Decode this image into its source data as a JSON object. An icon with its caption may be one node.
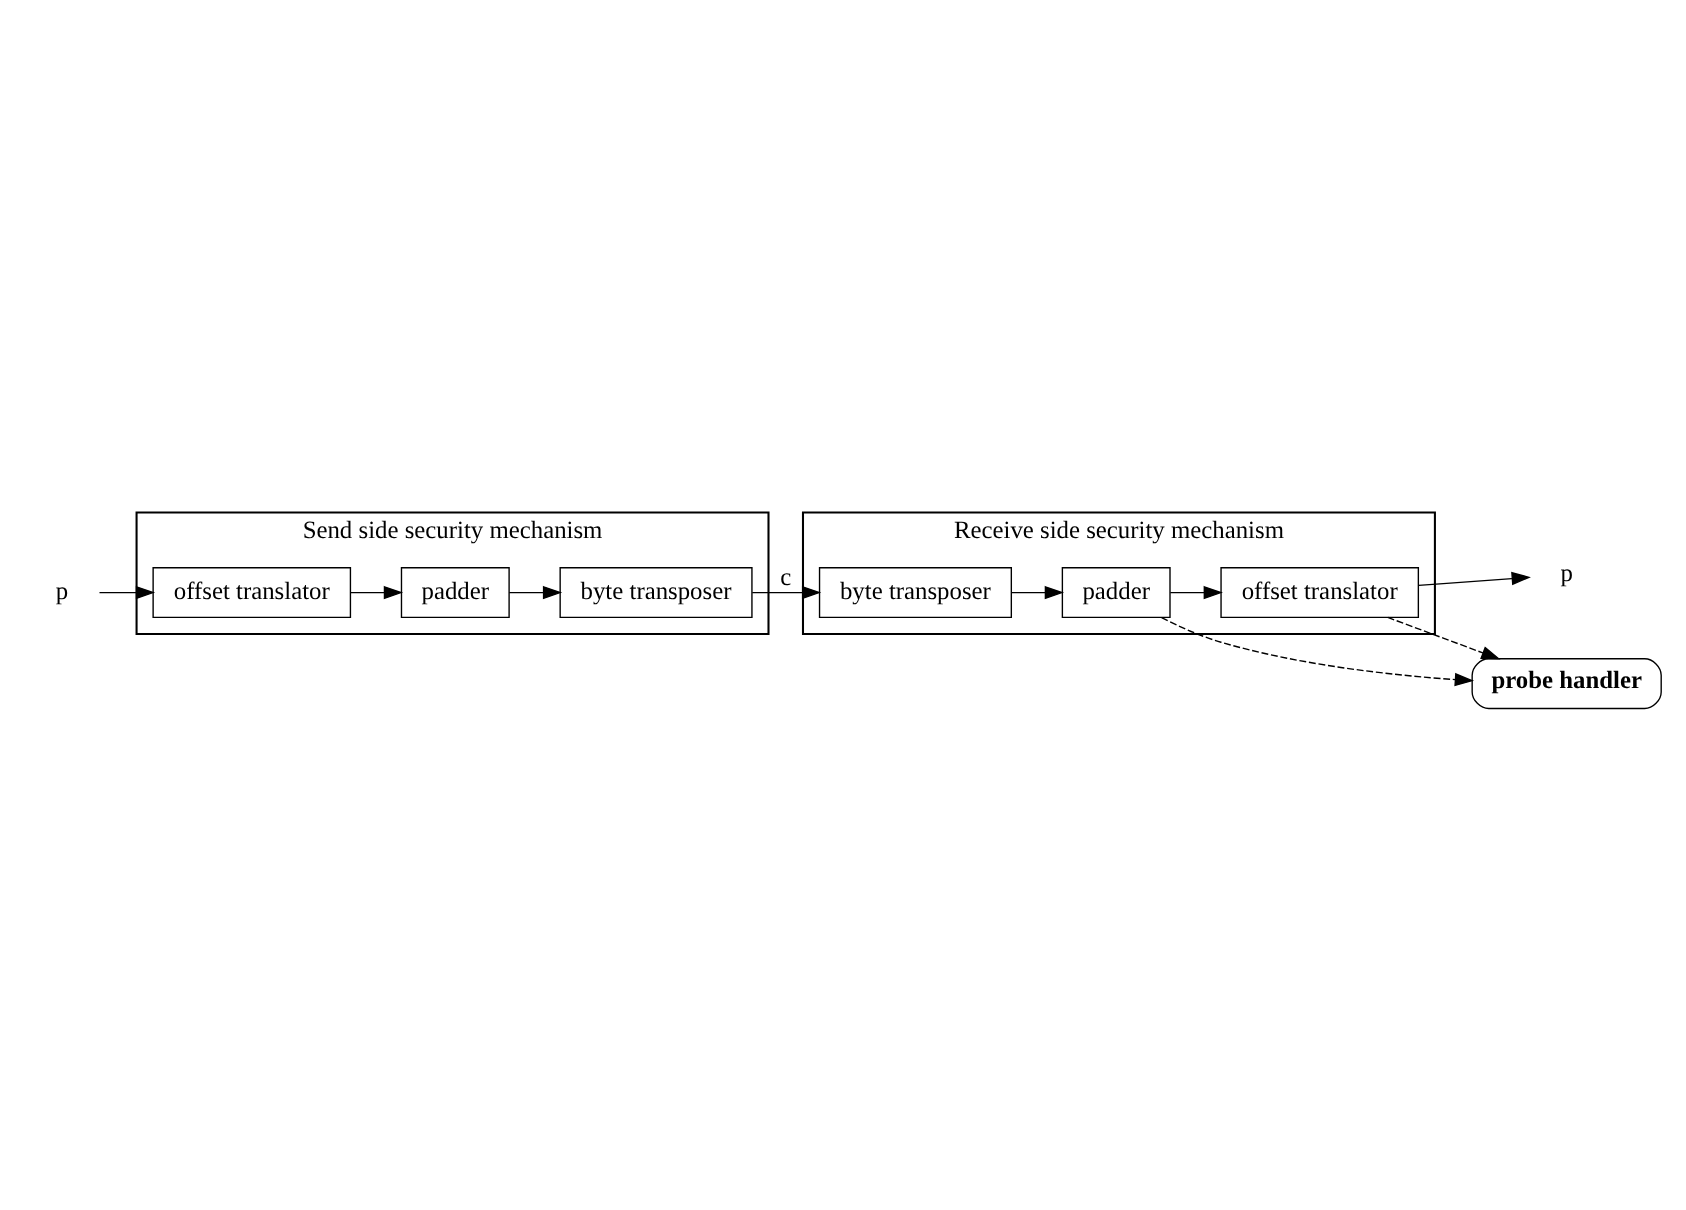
{
  "diagram": {
    "nodes": [
      {
        "text": [
          "p"
        ]
      },
      {
        "text": [
          "Send side security mechanism"
        ]
      },
      {
        "text": [
          "offset translator"
        ],
        "in": 1
      },
      {
        "text": [
          "padder"
        ],
        "in": 1
      },
      {
        "text": [
          "byte transposer"
        ],
        "in": 1
      },
      {
        "text": [
          "Receive side security mechanism"
        ]
      },
      {
        "text": [
          "offset translator"
        ],
        "in": 5
      },
      {
        "text": [
          "padder"
        ],
        "in": 5
      },
      {
        "text": [
          "byte transposer"
        ],
        "in": 5
      },
      {
        "text": [
          "p"
        ]
      },
      {
        "text": [
          "probe handler"
        ]
      }
    ],
    "edges": [
      {
        "from": 0,
        "to": 2,
        "arrow": "to"
      },
      {
        "from": 2,
        "to": 3,
        "arrow": "to"
      },
      {
        "from": 3,
        "to": 4,
        "arrow": "to"
      },
      {
        "from": 4,
        "to": 8,
        "arrow": "to",
        "label": "c"
      },
      {
        "from": 8,
        "to": 7,
        "arrow": "to"
      },
      {
        "from": 7,
        "to": 6,
        "arrow": "to"
      },
      {
        "from": 6,
        "to": 9,
        "arrow": "to"
      },
      {
        "from": 6,
        "to": 10,
        "arrow": "to",
        "style": "dashed"
      },
      {
        "from": 7,
        "to": 10,
        "arrow": "to",
        "style": "dashed"
      }
    ]
  }
}
